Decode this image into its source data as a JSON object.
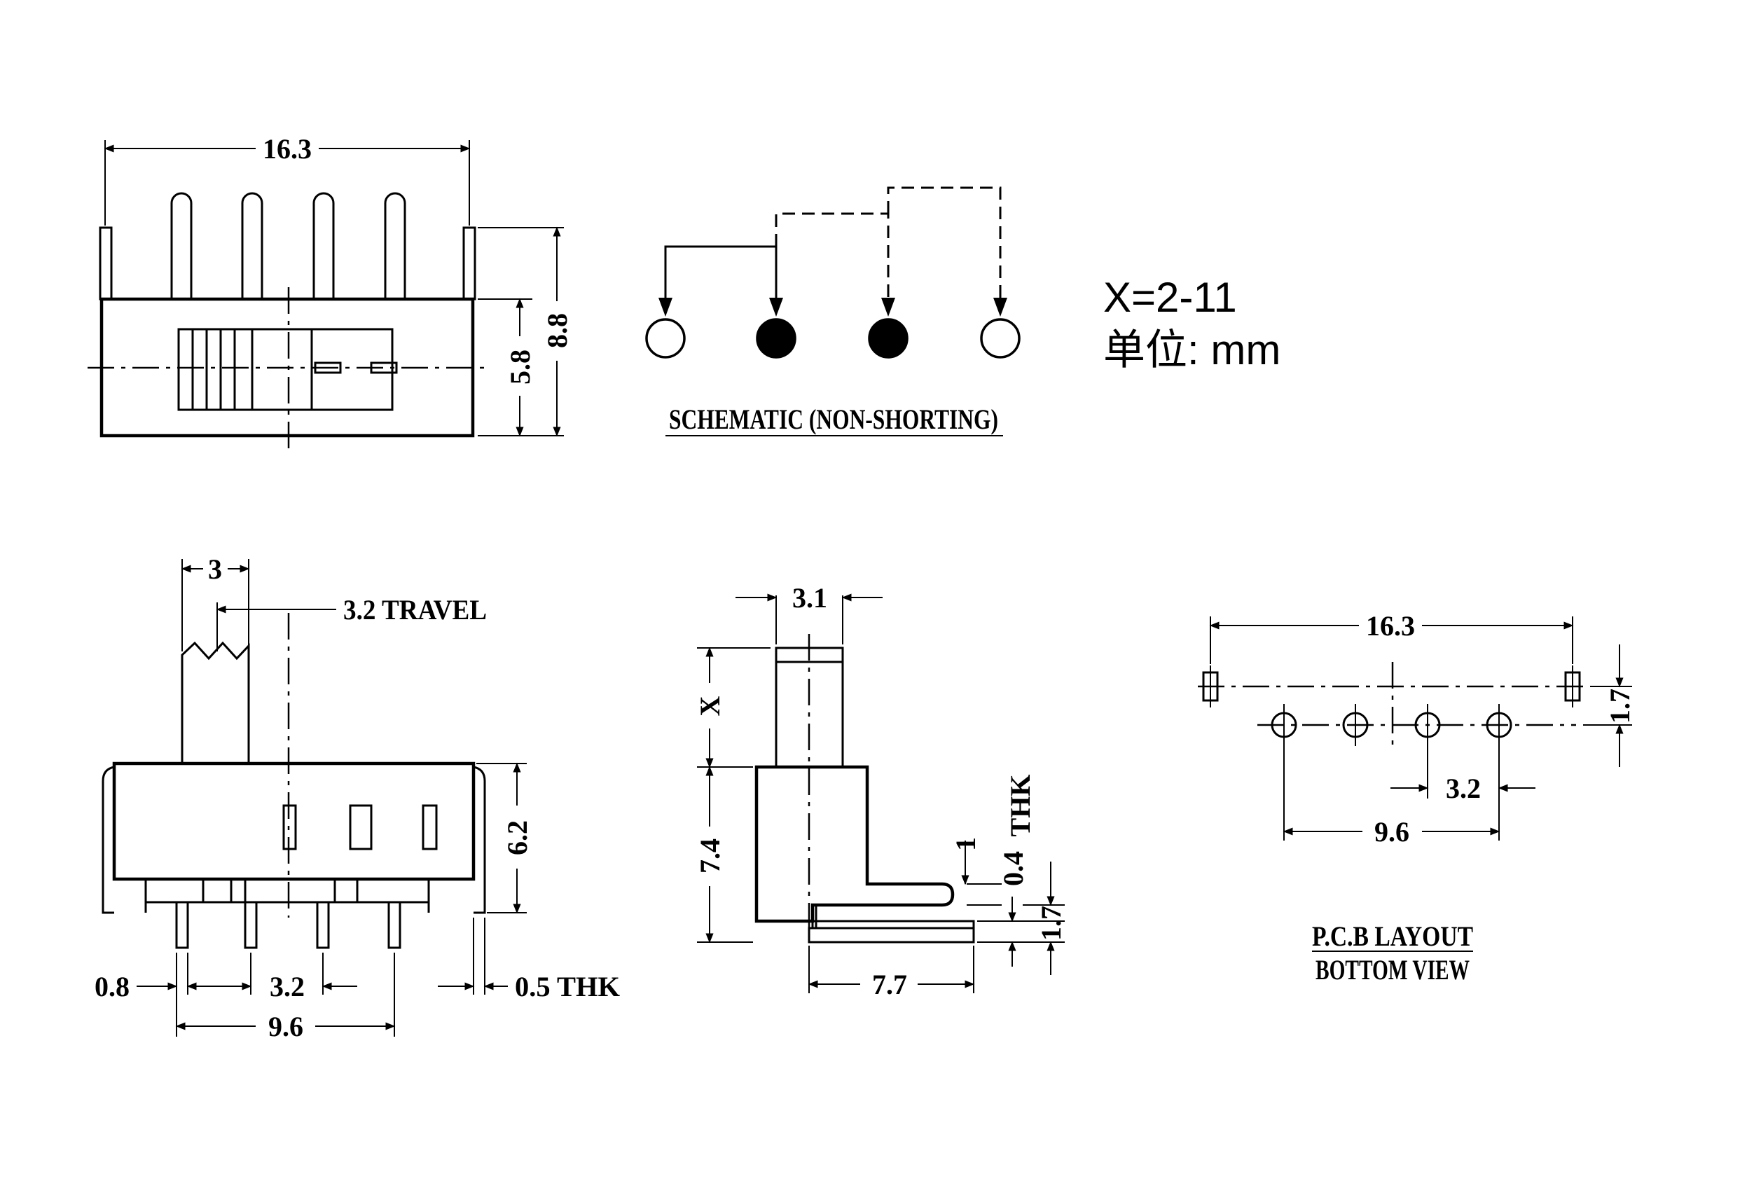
{
  "views": {
    "top_view": {
      "width": "16.3",
      "height_body": "5.8",
      "height_total": "8.8"
    },
    "schematic": {
      "caption": "SCHEMATIC (NON-SHORTING)"
    },
    "notes": {
      "x_range": "X=2-11",
      "unit": "单位: mm"
    },
    "front_view": {
      "actuator": "3",
      "travel": "3.2 TRAVEL",
      "height": "6.2",
      "pin_width": "0.8",
      "pitch": "3.2",
      "span": "9.6",
      "thickness": "0.5 THK"
    },
    "side_view": {
      "actuator": "3.1",
      "x": "X",
      "height": "7.4",
      "depth": "7.7",
      "thk": "THK",
      "one": "1",
      "pin_thk": "0.4",
      "offset": "1.7"
    },
    "pcb_layout": {
      "width": "16.3",
      "offset": "1.7",
      "pitch": "3.2",
      "span": "9.6",
      "caption_1": "P.C.B LAYOUT",
      "caption_2": "BOTTOM VIEW"
    }
  }
}
